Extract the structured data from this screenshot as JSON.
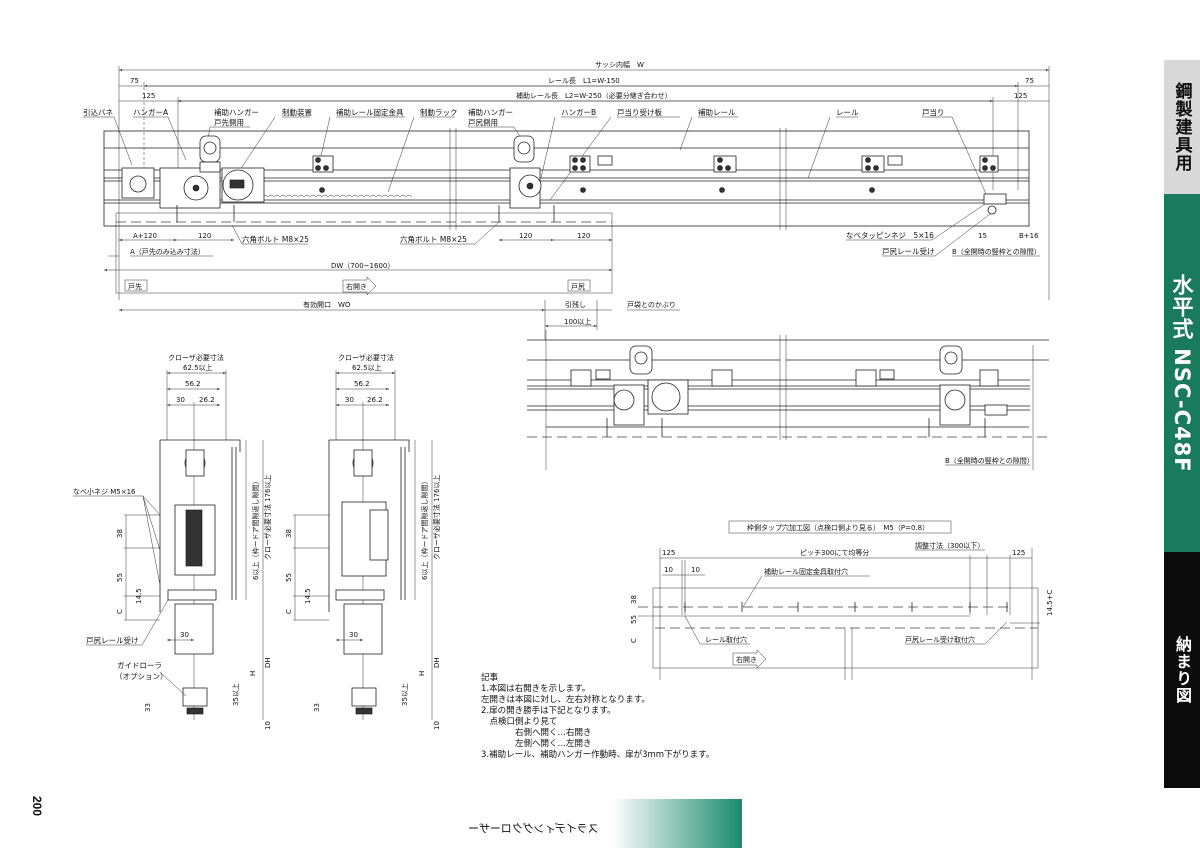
{
  "side_tabs": {
    "category": "鋼製建具用",
    "model": "水平式 NSC-C48F",
    "section": "納まり図"
  },
  "page_number": "200",
  "footer": {
    "product_line": "スライディングクローザー"
  },
  "top_view": {
    "dims": {
      "sash_width": "サッシ内幅　W",
      "rail_length": "レール長　L1=W-150",
      "aux_rail_length": "補助レール長　L2=W-250（必要分継ぎ合わせ）",
      "left_75": "75",
      "left_125": "125",
      "right_75": "75",
      "right_125": "125",
      "a_plus_120": "A+120",
      "d120_1": "120",
      "d120_2": "120",
      "d120_3": "120",
      "a_label": "A（戸先のみ込み寸法）",
      "dw": "DW（700~1600）",
      "wo": "有効開口　WO",
      "hikinokoshi": "引残し",
      "overlap": "戸袋とのかぶり",
      "min100": "100以上",
      "d15": "15",
      "b_plus_16": "B+16",
      "b_gap": "B（全開時の竪枠との隙間）"
    },
    "callouts": {
      "pull_spring": "引込バネ",
      "hanger_a": "ハンガーA",
      "aux_hanger_front": "補助ハンガー",
      "aux_hanger_front_sub": "戸先側用",
      "brake": "制動装置",
      "aux_rail_bracket": "補助レール固定金具",
      "brake_rack": "制動ラック",
      "aux_hanger_rear": "補助ハンガー",
      "aux_hanger_rear_sub": "戸尻側用",
      "hanger_b": "ハンガーB",
      "stop_plate": "戸当り受け板",
      "aux_rail": "補助レール",
      "rail": "レール",
      "door_stop": "戸当り",
      "hex_bolt_1": "六角ボルト M8×25",
      "hex_bolt_2": "六角ボルト M8×25",
      "pan_tap_screw": "なべタッピンネジ　5×16",
      "rear_rail_receiver": "戸尻レール受け"
    },
    "labels": {
      "door_front": "戸先",
      "door_rear": "戸尻",
      "right_open": "右開き"
    }
  },
  "open_view": {
    "b_gap": "B（全開時の竪枠との隙間）"
  },
  "section_views": [
    {
      "closer_req": "クローザ必要寸法",
      "w62": "62.5以上",
      "w56": "56.2",
      "w30": "30",
      "w26": "26.2",
      "screw": "なべ小ネジ M5×16",
      "h38": "38",
      "h55": "55",
      "h14": "14.5",
      "hc": "C",
      "b30": "30",
      "rear_receiver": "戸尻レール受け",
      "guide_roller": "ガイドローラ",
      "guide_roller_sub": "（オプション）",
      "h33": "33",
      "h35": "35以上",
      "hH": "H",
      "hDH": "DH",
      "h10": "10",
      "v6": "6以上（枠ードア間隙返し隙間）",
      "v176": "クローザ必要寸法 176以上"
    },
    {
      "closer_req": "クローザ必要寸法",
      "w62": "62.5以上",
      "w56": "56.2",
      "w30": "30",
      "w26": "26.2",
      "h38": "38",
      "h55": "55",
      "h14": "14.5",
      "hc": "C",
      "b30": "30",
      "h33": "33",
      "h35": "35以上",
      "hH": "H",
      "hDH": "DH",
      "h10": "10",
      "v6": "6以上（枠ードア間隙返し隙間）",
      "v176": "クローザ必要寸法 176以上"
    }
  ],
  "tap_drawing": {
    "title": "枠側タップ穴加工図（点検口側より見る）　M5（P=0.8）",
    "pitch": "ピッチ300にて均等分",
    "adjust": "調整寸法（300以下）",
    "l125": "125",
    "r125": "125",
    "d10a": "10",
    "d10b": "10",
    "aux_hole": "補助レール固定金具取付穴",
    "rail_hole": "レール取付穴",
    "rear_hole": "戸尻レール受け取付穴",
    "h38": "38",
    "h55": "55",
    "hc": "C",
    "h145c": "14.5+C",
    "right_open": "右開き"
  },
  "notes": {
    "title": "記事",
    "lines": [
      "1.本図は右開きを示します。",
      "左開きは本図に対し、左右対称となります。",
      "2.扉の開き勝手は下記となります。",
      "　点検口側より見て",
      "　　　　右側へ開く…右開き",
      "　　　　左側へ開く…左開き",
      "3.補助レール、補助ハンガー作動時、扉が3mm下がります。"
    ]
  }
}
